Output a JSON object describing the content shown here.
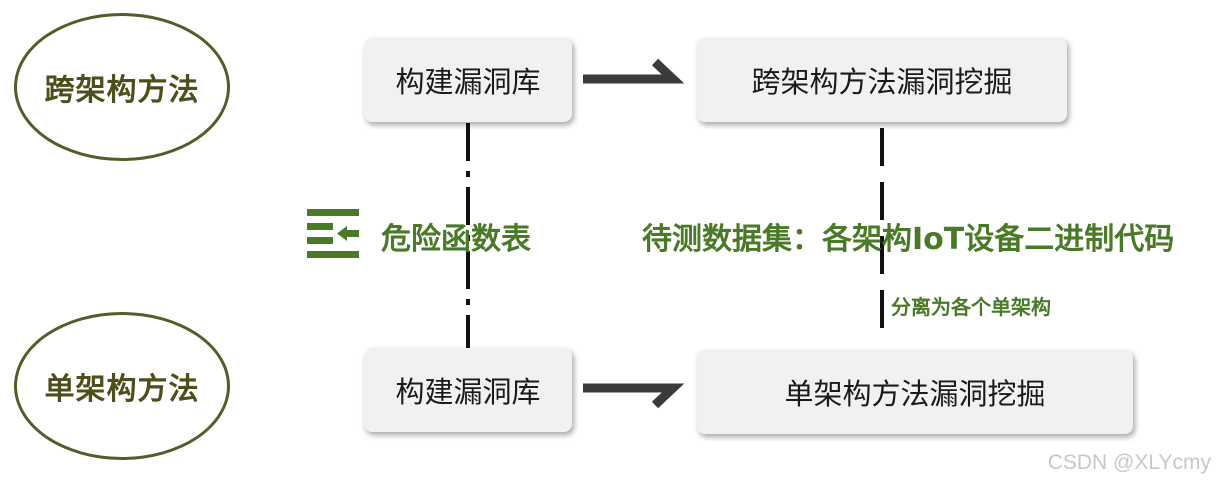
{
  "left_labels": {
    "cross_arch": "跨架构方法",
    "single_arch": "单架构方法"
  },
  "boxes": {
    "top_left": "构建漏洞库",
    "top_right": "跨架构方法漏洞挖掘",
    "bottom_left": "构建漏洞库",
    "bottom_right": "单架构方法漏洞挖掘"
  },
  "annotations": {
    "danger_table": "危险函数表",
    "dataset": "待测数据集：各架构IoT设备二进制代码",
    "split": "分离为各个单架构"
  },
  "icons": {
    "list": "list-arrow-icon"
  },
  "colors": {
    "ellipse_border": "#5a5a28",
    "annotation_green": "#4a7a28",
    "box_bg": "#f1f1f1"
  },
  "watermark": "CSDN @XLYcmy"
}
